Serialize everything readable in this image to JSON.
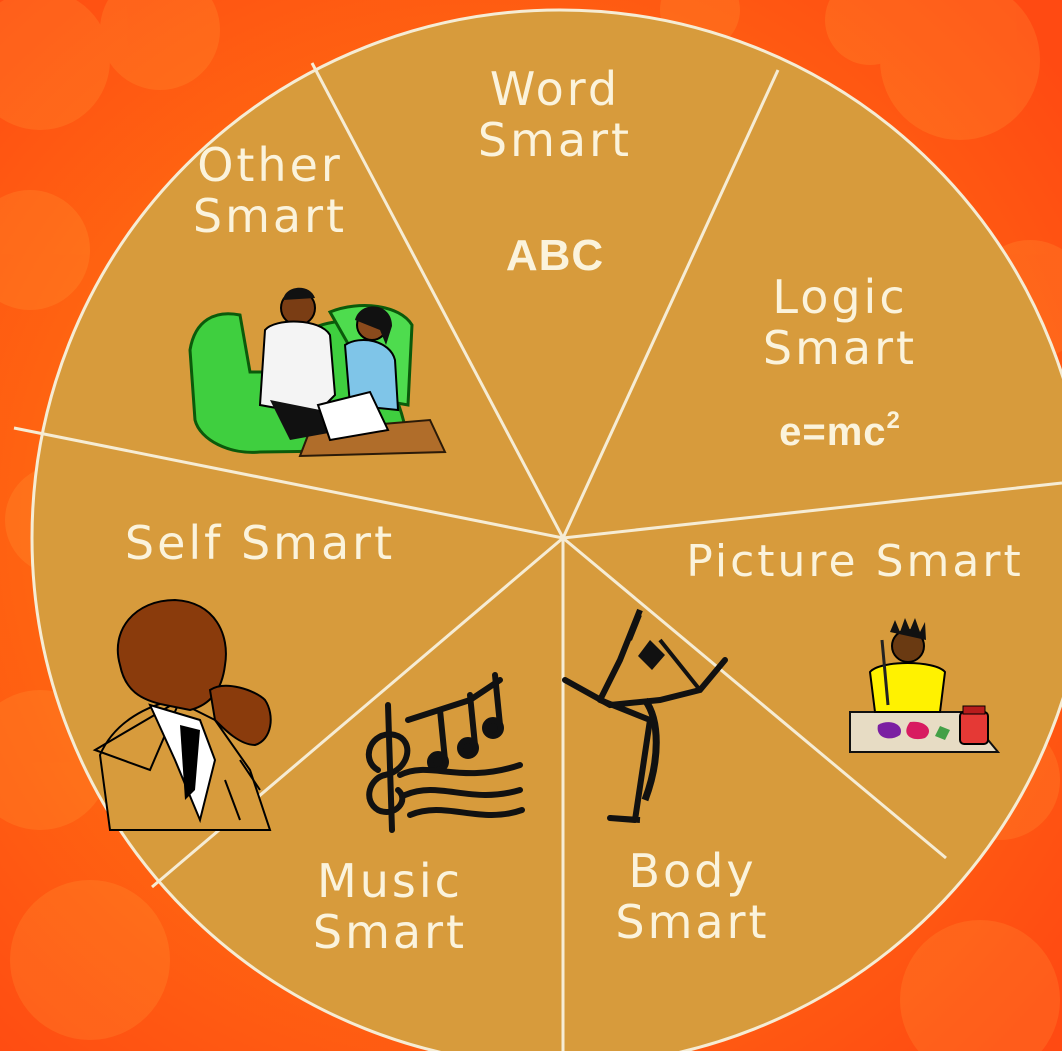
{
  "diagram": {
    "slices": [
      {
        "line1": "Word",
        "line2": "Smart",
        "extra": "ABC"
      },
      {
        "line1": "Logic",
        "line2": "Smart",
        "extra_base": "e=mc",
        "extra_sup": "2"
      },
      {
        "text": "Picture Smart"
      },
      {
        "line1": "Body",
        "line2": "Smart"
      },
      {
        "line1": "Music",
        "line2": "Smart"
      },
      {
        "text": "Self Smart"
      },
      {
        "line1": "Other",
        "line2": "Smart"
      }
    ]
  },
  "colors": {
    "background": "#ff6a12",
    "wheel": "#d79b3c",
    "divider": "#f6ecd4",
    "label": "#fbf3dc"
  }
}
